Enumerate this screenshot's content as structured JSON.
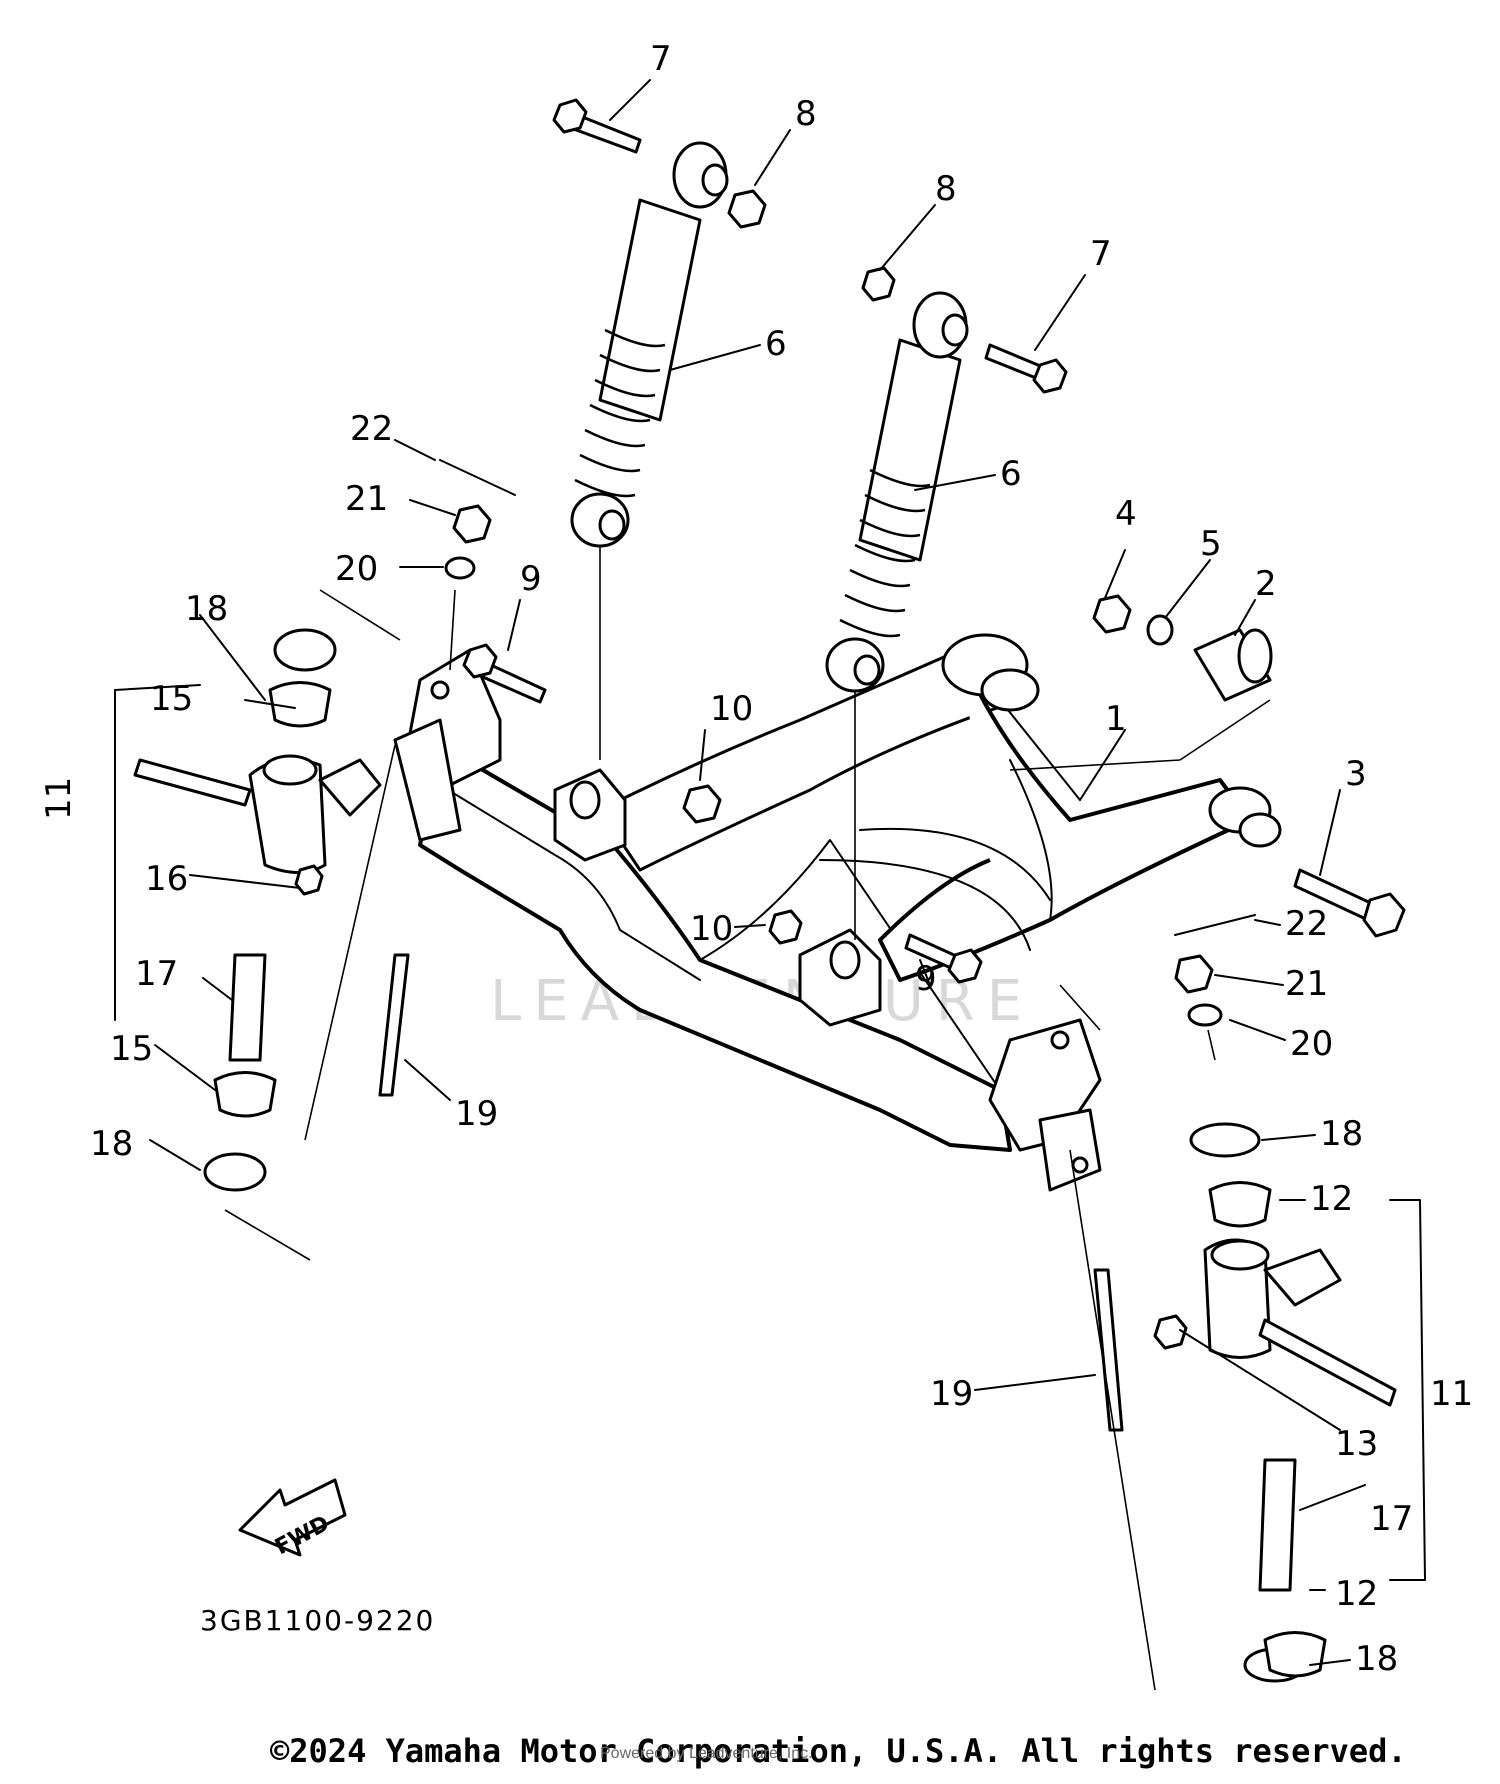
{
  "diagram": {
    "part_labels": [
      "1",
      "2",
      "3",
      "4",
      "5",
      "6",
      "6",
      "7",
      "7",
      "8",
      "8",
      "9",
      "9",
      "10",
      "10",
      "11",
      "11",
      "12",
      "12",
      "13",
      "15",
      "15",
      "16",
      "17",
      "17",
      "18",
      "18",
      "18",
      "18",
      "19",
      "19",
      "20",
      "20",
      "21",
      "21",
      "22",
      "22"
    ],
    "drawing_code": "3GB1100-9220",
    "direction_arrow": "FWD",
    "watermark": "LEADVENTURE"
  },
  "footer": {
    "copyright": "©2024 Yamaha Motor Corporation, U.S.A. All rights reserved.",
    "powered_by": "Powered by Leadventure, Inc."
  }
}
